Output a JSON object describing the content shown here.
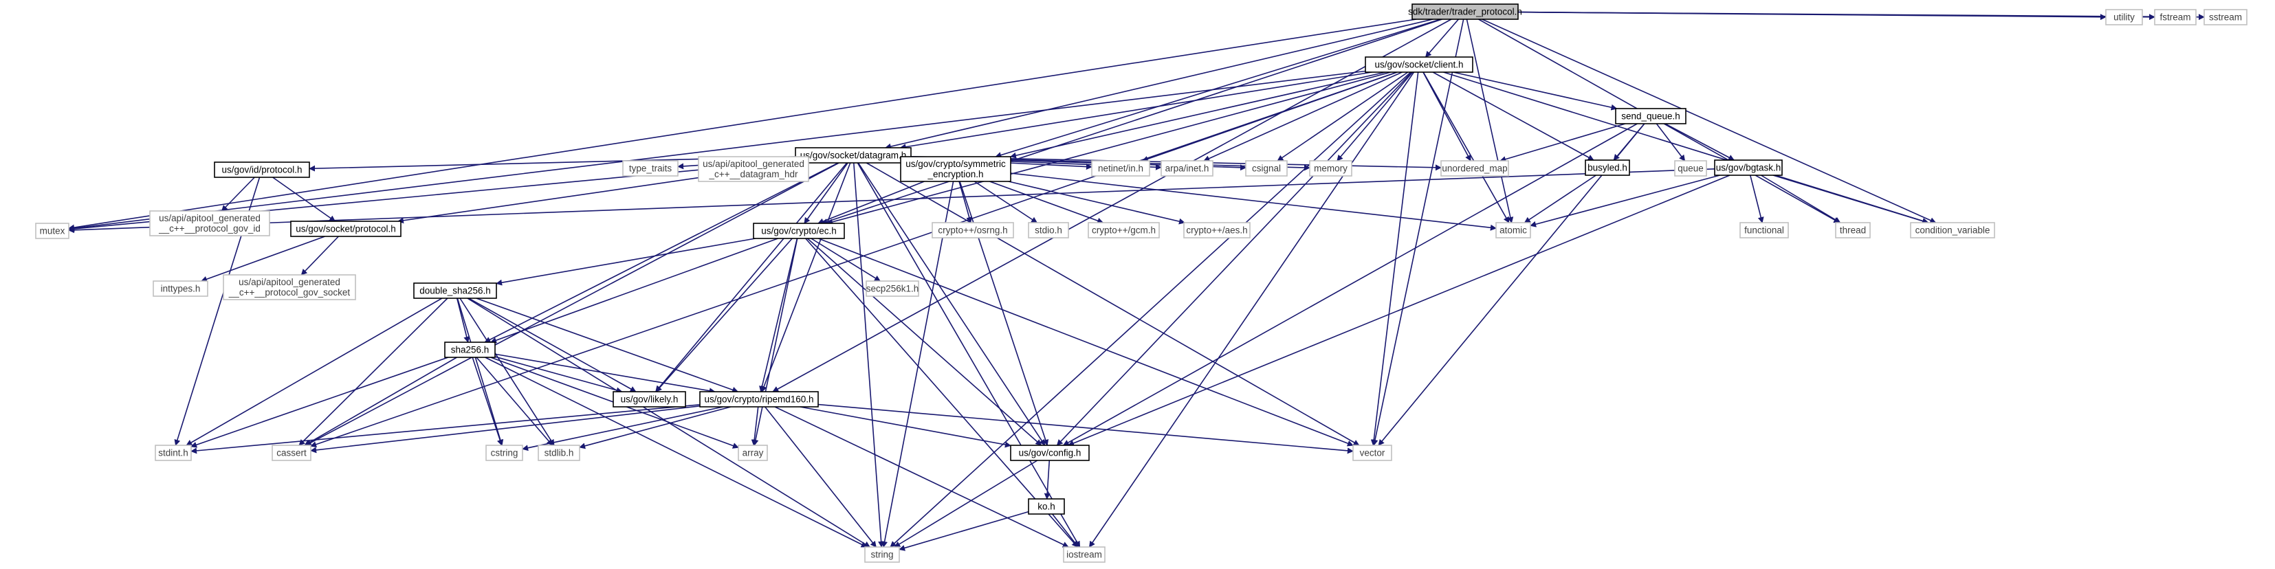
{
  "colors": {
    "edge": "#191970",
    "root_fill": "#bfbfbf",
    "linked_stroke": "#000000",
    "external_stroke": "#bfbfbf",
    "linked_text": "#000000",
    "external_text": "#404040"
  },
  "nodes": {
    "root": {
      "lines": [
        "sdk/trader/trader_protocol.h"
      ],
      "style": "root"
    },
    "client": {
      "lines": [
        "us/gov/socket/client.h"
      ],
      "style": "linked"
    },
    "datagram": {
      "lines": [
        "us/gov/socket/datagram.h"
      ],
      "style": "linked"
    },
    "send_queue": {
      "lines": [
        "send_queue.h"
      ],
      "style": "linked"
    },
    "busyled": {
      "lines": [
        "busyled.h"
      ],
      "style": "linked"
    },
    "bgtask": {
      "lines": [
        "us/gov/bgtask.h"
      ],
      "style": "linked"
    },
    "id_protocol": {
      "lines": [
        "us/gov/id/protocol.h"
      ],
      "style": "linked"
    },
    "socket_protocol": {
      "lines": [
        "us/gov/socket/protocol.h"
      ],
      "style": "linked"
    },
    "sym_enc": {
      "lines": [
        "us/gov/crypto/symmetric",
        "_encryption.h"
      ],
      "style": "linked"
    },
    "ec": {
      "lines": [
        "us/gov/crypto/ec.h"
      ],
      "style": "linked"
    },
    "double_sha256": {
      "lines": [
        "double_sha256.h"
      ],
      "style": "linked"
    },
    "sha256": {
      "lines": [
        "sha256.h"
      ],
      "style": "linked"
    },
    "likely": {
      "lines": [
        "us/gov/likely.h"
      ],
      "style": "linked"
    },
    "ripemd160": {
      "lines": [
        "us/gov/crypto/ripemd160.h"
      ],
      "style": "linked"
    },
    "config": {
      "lines": [
        "us/gov/config.h"
      ],
      "style": "linked"
    },
    "ko": {
      "lines": [
        "ko.h"
      ],
      "style": "linked"
    },
    "utility": {
      "lines": [
        "utility"
      ],
      "style": "external"
    },
    "fstream": {
      "lines": [
        "fstream"
      ],
      "style": "external"
    },
    "sstream": {
      "lines": [
        "sstream"
      ],
      "style": "external"
    },
    "type_traits": {
      "lines": [
        "type_traits"
      ],
      "style": "external"
    },
    "api_datagram": {
      "lines": [
        "us/api/apitool_generated",
        "_c++__datagram_hdr"
      ],
      "style": "external"
    },
    "netinet": {
      "lines": [
        "netinet/in.h"
      ],
      "style": "external"
    },
    "arpa": {
      "lines": [
        "arpa/inet.h"
      ],
      "style": "external"
    },
    "csignal": {
      "lines": [
        "csignal"
      ],
      "style": "external"
    },
    "memory": {
      "lines": [
        "memory"
      ],
      "style": "external"
    },
    "unordered_map": {
      "lines": [
        "unordered_map"
      ],
      "style": "external"
    },
    "queue": {
      "lines": [
        "queue"
      ],
      "style": "external"
    },
    "mutex": {
      "lines": [
        "mutex"
      ],
      "style": "external"
    },
    "api_gov_id": {
      "lines": [
        "us/api/apitool_generated",
        "__c++__protocol_gov_id"
      ],
      "style": "external"
    },
    "inttypes": {
      "lines": [
        "inttypes.h"
      ],
      "style": "external"
    },
    "api_gov_socket": {
      "lines": [
        "us/api/apitool_generated",
        "__c++__protocol_gov_socket"
      ],
      "style": "external"
    },
    "osrng": {
      "lines": [
        "crypto++/osrng.h"
      ],
      "style": "external"
    },
    "stdio": {
      "lines": [
        "stdio.h"
      ],
      "style": "external"
    },
    "gcm": {
      "lines": [
        "crypto++/gcm.h"
      ],
      "style": "external"
    },
    "aes": {
      "lines": [
        "crypto++/aes.h"
      ],
      "style": "external"
    },
    "atomic": {
      "lines": [
        "atomic"
      ],
      "style": "external"
    },
    "functional": {
      "lines": [
        "functional"
      ],
      "style": "external"
    },
    "thread": {
      "lines": [
        "thread"
      ],
      "style": "external"
    },
    "condition_variable": {
      "lines": [
        "condition_variable"
      ],
      "style": "external"
    },
    "secp256k1": {
      "lines": [
        "secp256k1.h"
      ],
      "style": "external"
    },
    "stdint": {
      "lines": [
        "stdint.h"
      ],
      "style": "external"
    },
    "cassert": {
      "lines": [
        "cassert"
      ],
      "style": "external"
    },
    "cstring": {
      "lines": [
        "cstring"
      ],
      "style": "external"
    },
    "stdlib": {
      "lines": [
        "stdlib.h"
      ],
      "style": "external"
    },
    "array": {
      "lines": [
        "array"
      ],
      "style": "external"
    },
    "vector": {
      "lines": [
        "vector"
      ],
      "style": "external"
    },
    "string": {
      "lines": [
        "string"
      ],
      "style": "external"
    },
    "iostream": {
      "lines": [
        "iostream"
      ],
      "style": "external"
    }
  },
  "edges": [
    [
      "root",
      "client"
    ],
    [
      "root",
      "datagram"
    ],
    [
      "root",
      "mutex"
    ],
    [
      "root",
      "utility"
    ],
    [
      "root",
      "fstream"
    ],
    [
      "root",
      "sstream"
    ],
    [
      "root",
      "atomic"
    ],
    [
      "root",
      "thread"
    ],
    [
      "root",
      "condition_variable"
    ],
    [
      "root",
      "vector"
    ],
    [
      "root",
      "ripemd160"
    ],
    [
      "root",
      "ec"
    ],
    [
      "root",
      "sym_enc"
    ],
    [
      "client",
      "datagram"
    ],
    [
      "client",
      "send_queue"
    ],
    [
      "client",
      "busyled"
    ],
    [
      "client",
      "netinet"
    ],
    [
      "client",
      "arpa"
    ],
    [
      "client",
      "csignal"
    ],
    [
      "client",
      "memory"
    ],
    [
      "client",
      "unordered_map"
    ],
    [
      "client",
      "atomic"
    ],
    [
      "client",
      "condition_variable"
    ],
    [
      "client",
      "vector"
    ],
    [
      "client",
      "string"
    ],
    [
      "client",
      "iostream"
    ],
    [
      "client",
      "config"
    ],
    [
      "client",
      "cassert"
    ],
    [
      "client",
      "ec"
    ],
    [
      "client",
      "sym_enc"
    ],
    [
      "client",
      "mutex"
    ],
    [
      "datagram",
      "id_protocol"
    ],
    [
      "datagram",
      "socket_protocol"
    ],
    [
      "datagram",
      "sym_enc"
    ],
    [
      "datagram",
      "ec"
    ],
    [
      "datagram",
      "sha256"
    ],
    [
      "datagram",
      "likely"
    ],
    [
      "datagram",
      "ripemd160"
    ],
    [
      "datagram",
      "config"
    ],
    [
      "datagram",
      "type_traits"
    ],
    [
      "datagram",
      "api_datagram"
    ],
    [
      "datagram",
      "netinet"
    ],
    [
      "datagram",
      "arpa"
    ],
    [
      "datagram",
      "csignal"
    ],
    [
      "datagram",
      "memory"
    ],
    [
      "datagram",
      "mutex"
    ],
    [
      "datagram",
      "string"
    ],
    [
      "datagram",
      "cassert"
    ],
    [
      "datagram",
      "iostream"
    ],
    [
      "datagram",
      "vector"
    ],
    [
      "datagram",
      "unordered_map"
    ],
    [
      "datagram",
      "atomic"
    ],
    [
      "send_queue",
      "busyled"
    ],
    [
      "send_queue",
      "bgtask"
    ],
    [
      "send_queue",
      "queue"
    ],
    [
      "send_queue",
      "unordered_map"
    ],
    [
      "send_queue",
      "config"
    ],
    [
      "send_queue",
      "vector"
    ],
    [
      "busyled",
      "atomic"
    ],
    [
      "bgtask",
      "functional"
    ],
    [
      "bgtask",
      "thread"
    ],
    [
      "bgtask",
      "condition_variable"
    ],
    [
      "bgtask",
      "atomic"
    ],
    [
      "bgtask",
      "mutex"
    ],
    [
      "bgtask",
      "config"
    ],
    [
      "id_protocol",
      "socket_protocol"
    ],
    [
      "id_protocol",
      "api_gov_id"
    ],
    [
      "id_protocol",
      "stdint"
    ],
    [
      "socket_protocol",
      "inttypes"
    ],
    [
      "socket_protocol",
      "api_gov_socket"
    ],
    [
      "sym_enc",
      "ec"
    ],
    [
      "sym_enc",
      "osrng"
    ],
    [
      "sym_enc",
      "stdio"
    ],
    [
      "sym_enc",
      "gcm"
    ],
    [
      "sym_enc",
      "aes"
    ],
    [
      "sym_enc",
      "string"
    ],
    [
      "sym_enc",
      "config"
    ],
    [
      "ec",
      "double_sha256"
    ],
    [
      "ec",
      "sha256"
    ],
    [
      "ec",
      "ripemd160"
    ],
    [
      "ec",
      "likely"
    ],
    [
      "ec",
      "config"
    ],
    [
      "ec",
      "secp256k1"
    ],
    [
      "ec",
      "vector"
    ],
    [
      "ec",
      "array"
    ],
    [
      "ec",
      "iostream"
    ],
    [
      "double_sha256",
      "sha256"
    ],
    [
      "double_sha256",
      "ripemd160"
    ],
    [
      "double_sha256",
      "likely"
    ],
    [
      "double_sha256",
      "stdint"
    ],
    [
      "double_sha256",
      "cassert"
    ],
    [
      "double_sha256",
      "cstring"
    ],
    [
      "double_sha256",
      "stdlib"
    ],
    [
      "double_sha256",
      "string"
    ],
    [
      "sha256",
      "likely"
    ],
    [
      "sha256",
      "ripemd160"
    ],
    [
      "sha256",
      "stdint"
    ],
    [
      "sha256",
      "cassert"
    ],
    [
      "sha256",
      "cstring"
    ],
    [
      "sha256",
      "stdlib"
    ],
    [
      "sha256",
      "array"
    ],
    [
      "sha256",
      "string"
    ],
    [
      "ripemd160",
      "config"
    ],
    [
      "ripemd160",
      "stdint"
    ],
    [
      "ripemd160",
      "cassert"
    ],
    [
      "ripemd160",
      "cstring"
    ],
    [
      "ripemd160",
      "stdlib"
    ],
    [
      "ripemd160",
      "array"
    ],
    [
      "ripemd160",
      "vector"
    ],
    [
      "ripemd160",
      "string"
    ],
    [
      "ripemd160",
      "iostream"
    ],
    [
      "config",
      "ko"
    ],
    [
      "config",
      "string"
    ],
    [
      "ko",
      "string"
    ],
    [
      "ko",
      "iostream"
    ]
  ]
}
